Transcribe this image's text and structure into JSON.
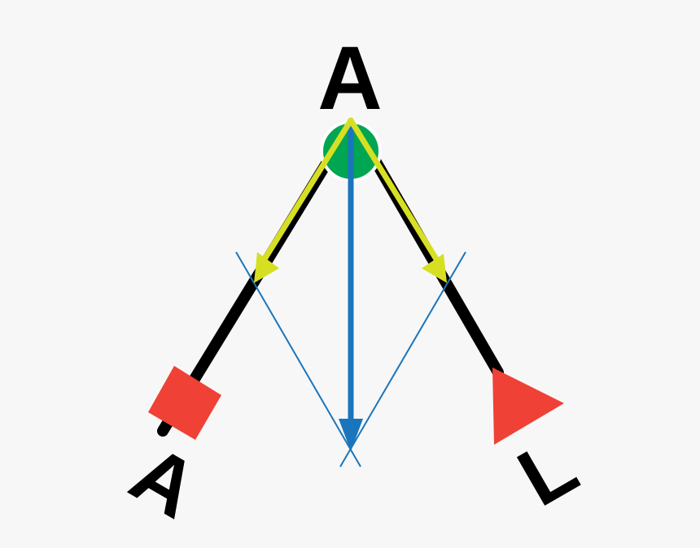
{
  "diagram": {
    "labels": {
      "top": "A",
      "bottom_left": "A",
      "bottom_right": "L"
    },
    "colors": {
      "background": "#f7f7f7",
      "bond": "#000000",
      "center_atom": "#00a651",
      "vertical_vector": "#1a75bc",
      "bond_vectors": "#d7df23",
      "projection_lines": "#1a75bc",
      "ligand_markers": "#ef4136"
    },
    "shapes": {
      "center": "circle",
      "left_marker": "square",
      "right_marker": "triangle"
    }
  }
}
